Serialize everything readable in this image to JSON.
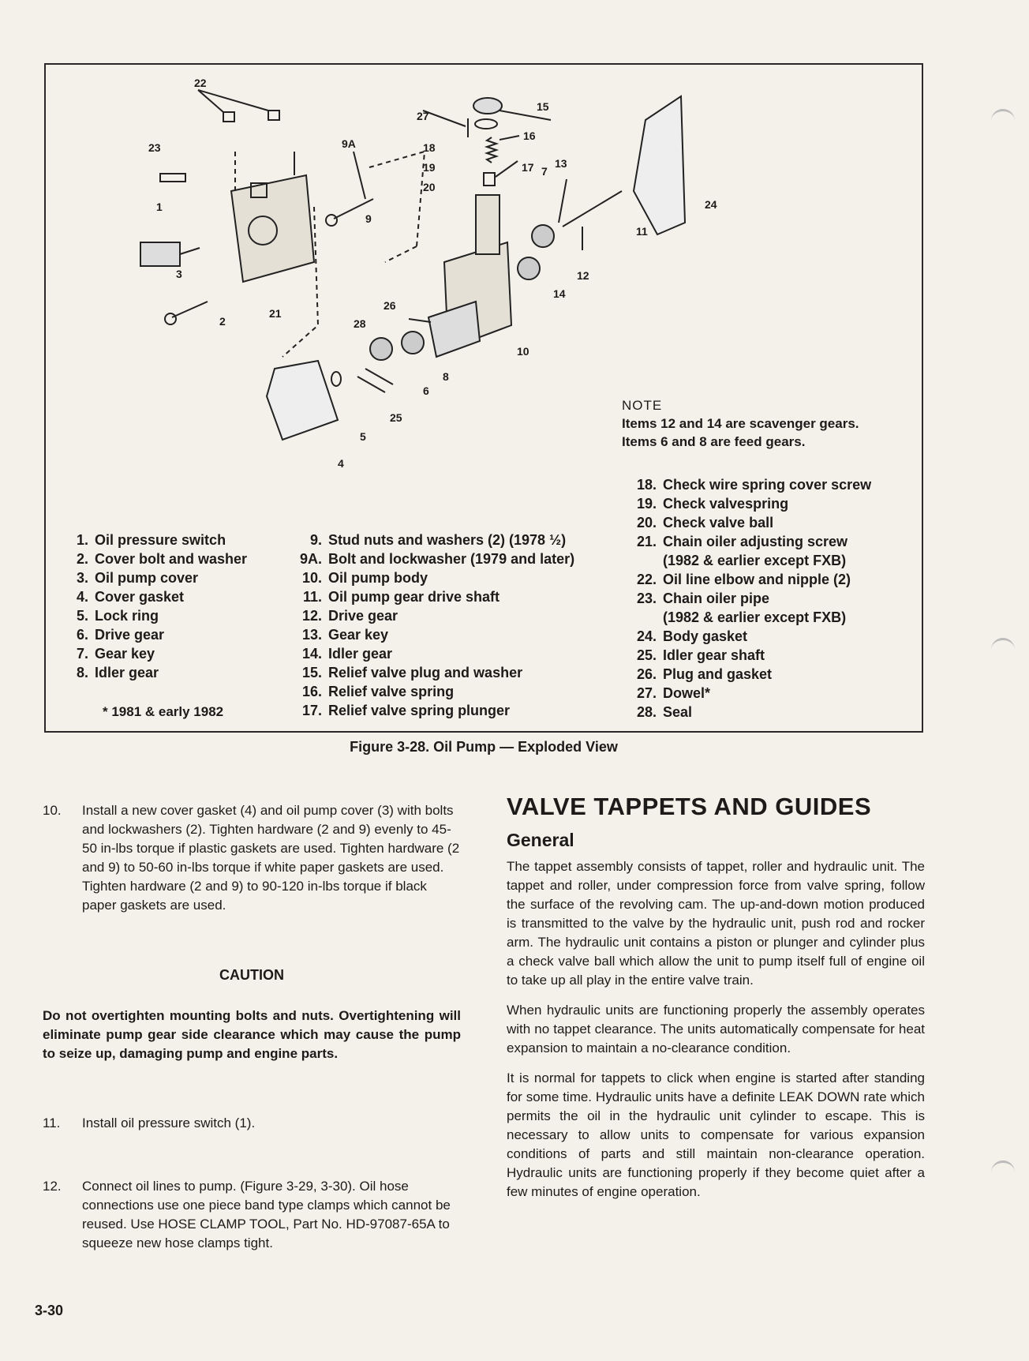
{
  "figure": {
    "callouts": [
      "22",
      "23",
      "1",
      "3",
      "2",
      "9A",
      "21",
      "27",
      "18",
      "19",
      "20",
      "9",
      "26",
      "28",
      "15",
      "16",
      "17",
      "7",
      "13",
      "11",
      "24",
      "12",
      "14",
      "10",
      "8",
      "6",
      "25",
      "5",
      "4"
    ],
    "note_title": "NOTE",
    "note_lines": [
      "Items 12 and 14 are scavenger gears.",
      "Items 6 and 8 are feed gears."
    ],
    "legend_col1": [
      {
        "num": "1.",
        "text": "Oil pressure switch"
      },
      {
        "num": "2.",
        "text": "Cover bolt and washer"
      },
      {
        "num": "3.",
        "text": "Oil pump cover"
      },
      {
        "num": "4.",
        "text": "Cover gasket"
      },
      {
        "num": "5.",
        "text": "Lock ring"
      },
      {
        "num": "6.",
        "text": "Drive gear"
      },
      {
        "num": "7.",
        "text": "Gear key"
      },
      {
        "num": "8.",
        "text": "Idler gear"
      }
    ],
    "footnote": "* 1981 & early 1982",
    "legend_col2": [
      {
        "num": "9.",
        "text": "Stud nuts and washers (2) (1978 ½)"
      },
      {
        "num": "9A.",
        "text": "Bolt and lockwasher (1979 and later)"
      },
      {
        "num": "10.",
        "text": "Oil pump body"
      },
      {
        "num": "11.",
        "text": "Oil pump gear drive shaft"
      },
      {
        "num": "12.",
        "text": "Drive gear"
      },
      {
        "num": "13.",
        "text": "Gear key"
      },
      {
        "num": "14.",
        "text": "Idler gear"
      },
      {
        "num": "15.",
        "text": "Relief valve plug and washer"
      },
      {
        "num": "16.",
        "text": "Relief valve spring"
      },
      {
        "num": "17.",
        "text": "Relief valve spring plunger"
      }
    ],
    "legend_col3": [
      {
        "num": "18.",
        "text": "Check wire spring cover screw"
      },
      {
        "num": "19.",
        "text": "Check valvespring"
      },
      {
        "num": "20.",
        "text": "Check valve ball"
      },
      {
        "num": "21.",
        "text": "Chain oiler adjusting screw"
      },
      {
        "num": "",
        "text": "(1982 & earlier except FXB)"
      },
      {
        "num": "22.",
        "text": "Oil line elbow and nipple (2)"
      },
      {
        "num": "23.",
        "text": "Chain oiler pipe"
      },
      {
        "num": "",
        "text": "(1982 & earlier except FXB)"
      },
      {
        "num": "24.",
        "text": "Body gasket"
      },
      {
        "num": "25.",
        "text": "Idler gear shaft"
      },
      {
        "num": "26.",
        "text": "Plug and gasket"
      },
      {
        "num": "27.",
        "text": "Dowel*"
      },
      {
        "num": "28.",
        "text": "Seal"
      }
    ],
    "caption": "Figure 3-28. Oil Pump — Exploded View"
  },
  "left": {
    "step10_num": "10.",
    "step10": "Install a new cover gasket (4) and oil pump cover (3) with bolts and lockwashers (2). Tighten hardware (2 and 9) evenly to 45-50 in-lbs torque if plastic gaskets are used. Tighten hardware (2 and 9) to 50-60 in-lbs torque if white paper gaskets are used. Tighten hardware (2 and 9) to 90-120 in-lbs torque if black paper gaskets are used.",
    "caution_head": "CAUTION",
    "caution_text": "Do not overtighten mounting bolts and nuts. Overtightening will eliminate pump gear side clearance which may cause the pump to seize up, damaging pump and engine parts.",
    "step11_num": "11.",
    "step11": "Install oil pressure switch (1).",
    "step12_num": "12.",
    "step12": "Connect oil lines to pump. (Figure 3-29, 3-30). Oil hose connections use one piece band type clamps which cannot be reused. Use HOSE CLAMP TOOL, Part No. HD-97087-65A to squeeze new hose clamps tight."
  },
  "right": {
    "heading": "VALVE TAPPETS AND GUIDES",
    "subheading": "General",
    "p1": "The tappet assembly consists of tappet, roller and hydraulic unit. The tappet and roller, under compression force from valve spring, follow the surface of the revolving cam. The up-and-down motion produced is transmitted to the valve by the hydraulic unit, push rod and rocker arm. The hydraulic unit contains a piston or plunger and cylinder plus a check valve ball which allow the unit to pump itself full of engine oil to take up all play in the entire valve train.",
    "p2": "When hydraulic units are functioning properly the assembly operates with no tappet clearance. The units automatically compensate for heat expansion to maintain a no-clearance condition.",
    "p3": "It is normal for tappets to click when engine is started after standing for some time. Hydraulic units have a definite LEAK DOWN rate which permits the oil in the hydraulic unit cylinder to escape. This is necessary to allow units to compensate for various expansion conditions of parts and still maintain non-clearance operation. Hydraulic units are functioning properly if they become quiet after a few minutes of engine operation."
  },
  "page_number": "3-30"
}
